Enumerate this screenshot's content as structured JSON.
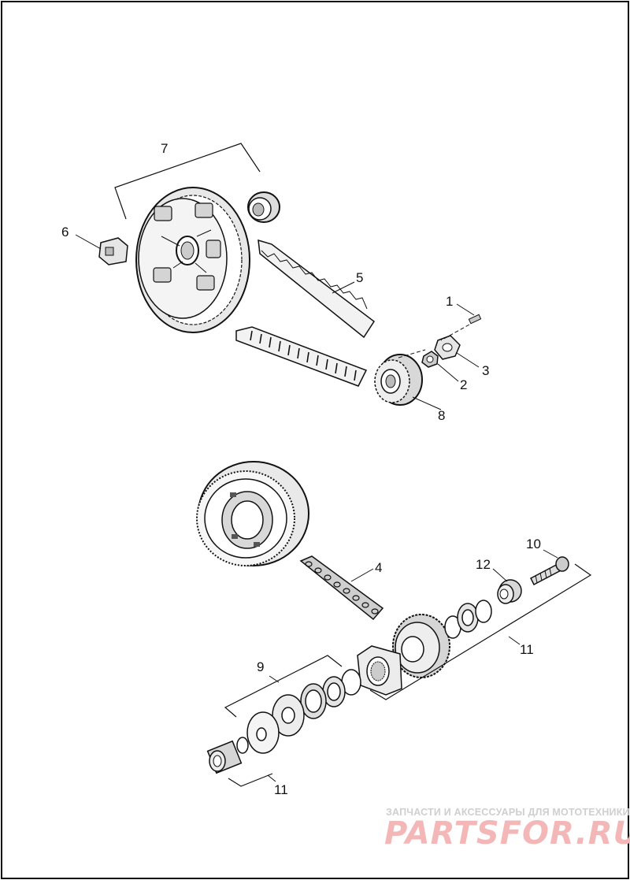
{
  "diagram": {
    "callouts": {
      "c1": "1",
      "c2": "2",
      "c3": "3",
      "c4": "4",
      "c5": "5",
      "c6": "6",
      "c7": "7",
      "c8": "8",
      "c9": "9",
      "c10": "10",
      "c11a": "11",
      "c11b": "11",
      "c12": "12"
    }
  },
  "watermark": {
    "subtitle": "ЗАПЧАСТИ И АКСЕССУАРЫ ДЛЯ МОТОТЕХНИКИ",
    "brand": "PARTSFOR.RU"
  },
  "colors": {
    "line": "#111111",
    "fill_light": "#e6e6e6",
    "fill_mid": "#bdbdbd",
    "watermark": "#f4b7b7"
  }
}
